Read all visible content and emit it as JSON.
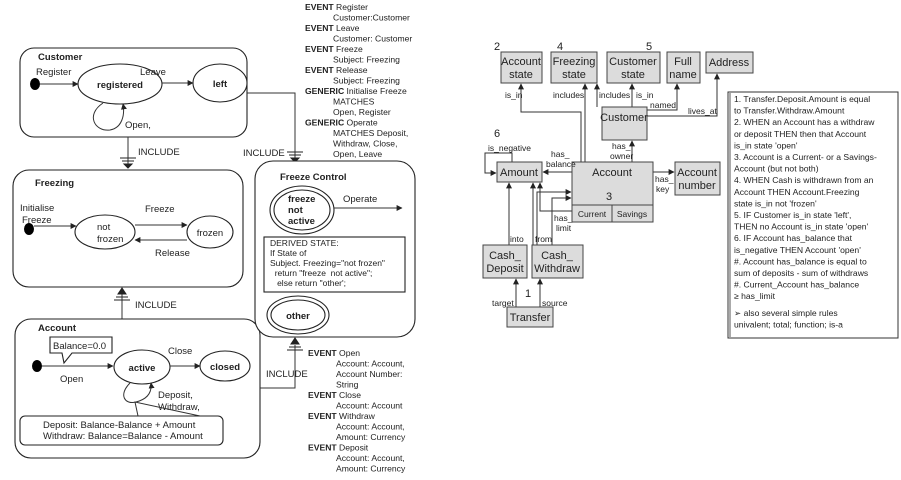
{
  "state_diagram": {
    "customer": {
      "title": "Customer",
      "register": "Register",
      "registered": "registered",
      "leave": "Leave",
      "left": "left",
      "open": "Open,"
    },
    "freezing": {
      "title": "Freezing",
      "initialise_1": "Initialise",
      "initialise_2": "Freeze",
      "not_1": "not",
      "not_2": "frozen",
      "frozen": "frozen",
      "freeze": "Freeze",
      "release": "Release"
    },
    "freeze_control": {
      "title": "Freeze Control",
      "state_1": "freeze",
      "state_2": "not",
      "state_3": "active",
      "operate": "Operate",
      "other": "other",
      "derived": [
        "DERIVED STATE:",
        "If State of",
        "Subject. Freezing=\"not frozen\"",
        "  return \"freeze  not active\";",
        "   else return \"other';"
      ]
    },
    "account": {
      "title": "Account",
      "balance": "Balance=0.0",
      "open": "Open",
      "active": "active",
      "close": "Close",
      "closed": "closed",
      "deposit": "Deposit,",
      "withdraw": "Withdraw,",
      "note_1": "Deposit: Balance-Balance + Amount",
      "note_2": "Withdraw: Balance=Balance - Amount"
    },
    "include": "INCLUDE",
    "events_top": [
      {
        "kw": "EVENT",
        "text": " Register",
        "indent": false
      },
      {
        "kw": "",
        "text": "Customer:Customer",
        "indent": true
      },
      {
        "kw": "EVENT",
        "text": " Leave",
        "indent": false
      },
      {
        "kw": "",
        "text": "Customer: Customer",
        "indent": true
      },
      {
        "kw": "EVENT",
        "text": " Freeze",
        "indent": false
      },
      {
        "kw": "",
        "text": "Subject: Freezing",
        "indent": true
      },
      {
        "kw": "EVENT",
        "text": " Release",
        "indent": false
      },
      {
        "kw": "",
        "text": "Subject: Freezing",
        "indent": true
      },
      {
        "kw": "GENERIC",
        "text": " Initialise Freeze",
        "indent": false
      },
      {
        "kw": "",
        "text": "MATCHES",
        "indent": true
      },
      {
        "kw": "",
        "text": " Open, Register",
        "indent": true
      },
      {
        "kw": "GENERIC",
        "text": "  Operate",
        "indent": false
      },
      {
        "kw": "",
        "text": "MATCHES Deposit,",
        "indent": true
      },
      {
        "kw": "",
        "text": " Withdraw, Close,",
        "indent": true
      },
      {
        "kw": "",
        "text": "Open, Leave",
        "indent": true
      }
    ],
    "events_bottom": [
      {
        "kw": "EVENT",
        "text": " Open",
        "indent": false
      },
      {
        "kw": "",
        "text": "Account: Account,",
        "indent": true
      },
      {
        "kw": "",
        "text": "Account Number:",
        "indent": true
      },
      {
        "kw": "",
        "text": "String",
        "indent": true
      },
      {
        "kw": "EVENT",
        "text": " Close",
        "indent": false
      },
      {
        "kw": "",
        "text": "Account: Account",
        "indent": true
      },
      {
        "kw": "EVENT",
        "text": "  Withdraw",
        "indent": false
      },
      {
        "kw": "",
        "text": "Account: Account,",
        "indent": true
      },
      {
        "kw": "",
        "text": "Amount: Currency",
        "indent": true
      },
      {
        "kw": "EVENT",
        "text": " Deposit",
        "indent": false
      },
      {
        "kw": "",
        "text": "Account: Account,",
        "indent": true
      },
      {
        "kw": "",
        "text": "Amount: Currency",
        "indent": true
      }
    ]
  },
  "data_model": {
    "boxes": {
      "account_state": [
        "Account",
        "state"
      ],
      "freezing_state": [
        "Freezing",
        "state"
      ],
      "customer_state": [
        "Customer",
        "state"
      ],
      "full_name": [
        "Full",
        "name"
      ],
      "address": "Address",
      "customer": "Customer",
      "account": "Account",
      "current": "Current",
      "savings": "Savings",
      "amount": "Amount",
      "account_number": [
        "Account",
        "number"
      ],
      "cash_deposit": [
        "Cash_",
        "Deposit"
      ],
      "cash_withdraw": [
        "Cash_",
        "Withdraw"
      ],
      "transfer": "Transfer"
    },
    "labels": {
      "is_in_1": "is_in",
      "includes_1": "includes",
      "includes_2": "includes",
      "is_in_2": "is_in",
      "named": "named",
      "lives_at": "lives_at",
      "has_owner": [
        "has_",
        "owner"
      ],
      "has_balance": [
        "has_",
        "balance"
      ],
      "has_key": [
        "has_",
        "key"
      ],
      "is_negative": "is_negative",
      "has_limit": [
        "has_",
        "limit"
      ],
      "into": "into",
      "from": "from",
      "target": "target",
      "source": "source"
    },
    "numbers": {
      "n1": "1",
      "n2": "2",
      "n3": "3",
      "n4": "4",
      "n5": "5",
      "n6": "6"
    }
  },
  "rules": [
    "1. Transfer.Deposit.Amount is equal",
    "    to Transfer.Withdraw.Amount",
    "2. WHEN an Account has a withdraw",
    "    or deposit THEN then that Account",
    "    is_in state 'open'",
    "3. Account is a Current- or a Savings-",
    "    Account (but not both)",
    "4. WHEN Cash is withdrawn from an",
    "    Account THEN Account.Freezing",
    "    state is_in not 'frozen'",
    "5. IF Customer is_in state 'left',",
    "    THEN no Account is_in state 'open'",
    "6. IF Account has_balance that",
    "    is_negative THEN Account 'open'",
    "#. Account has_balance is equal to",
    "    sum of deposits - sum of withdraws",
    "#. Current_Account has_balance",
    "    ≥ has_limit",
    "",
    "➢ also several simple rules",
    "    univalent; total; function; is-a"
  ]
}
